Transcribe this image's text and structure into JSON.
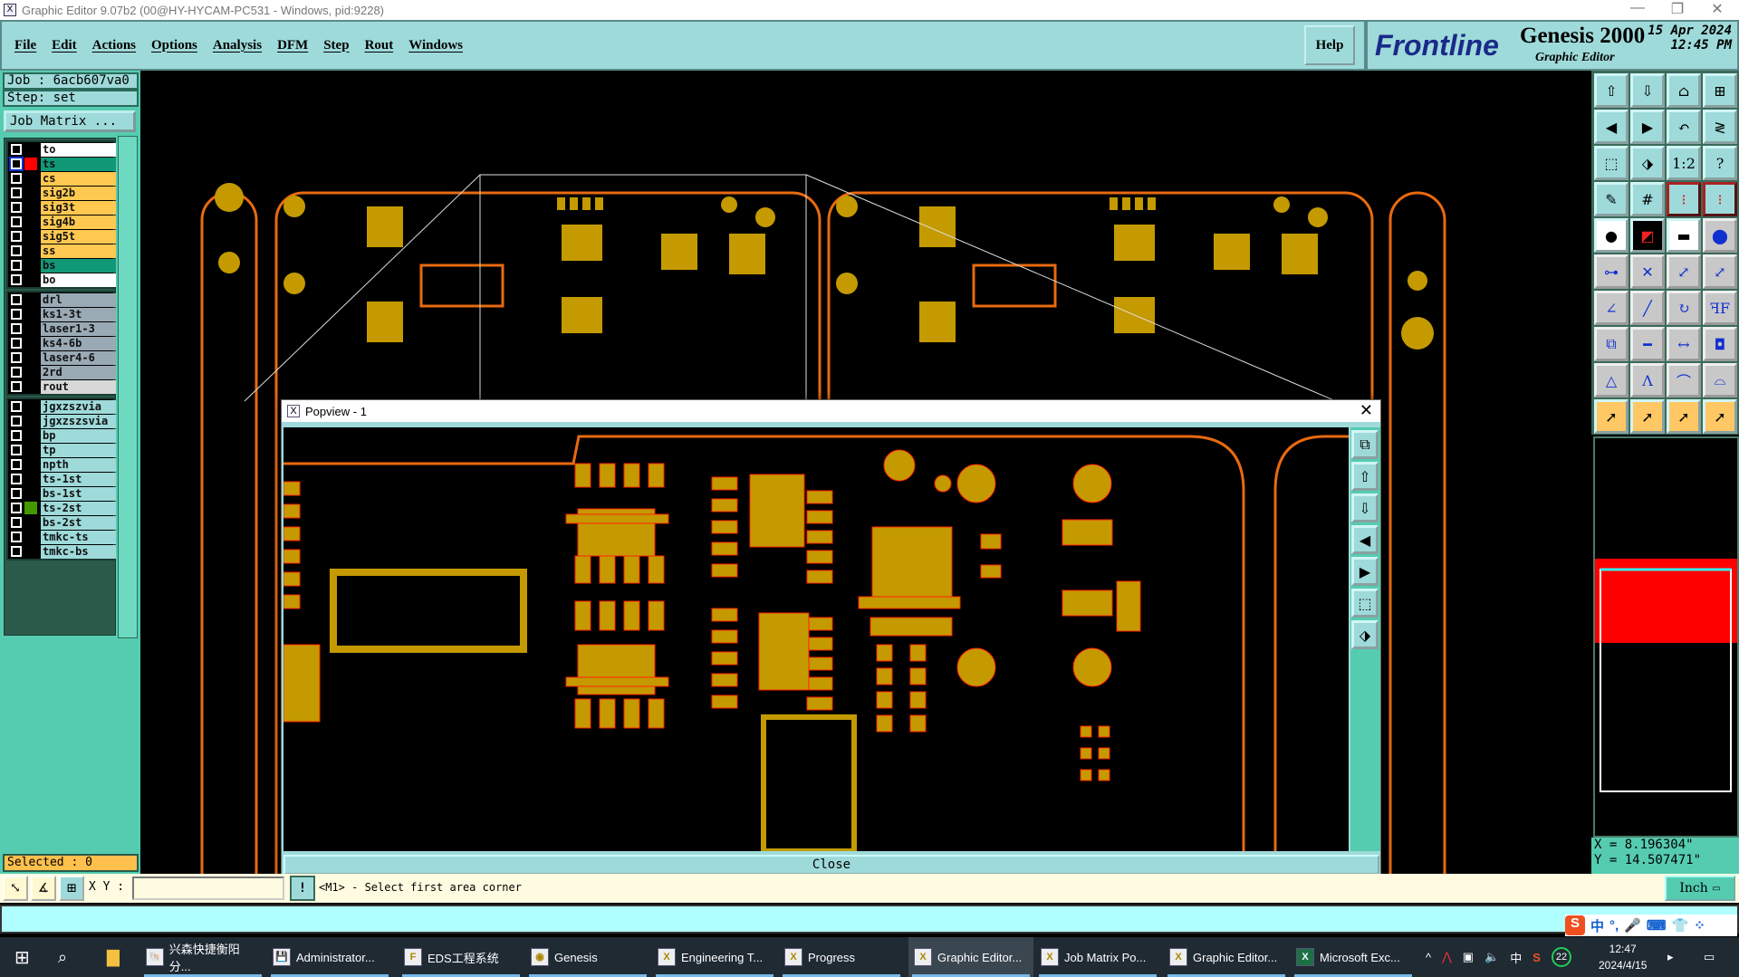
{
  "window": {
    "title": "Graphic Editor 9.07b2 (00@HY-HYCAM-PC531 - Windows, pid:9228)",
    "min": "—",
    "max": "❐",
    "close": "✕"
  },
  "menu": {
    "items": [
      "File",
      "Edit",
      "Actions",
      "Options",
      "Analysis",
      "DFM",
      "Step",
      "Rout",
      "Windows"
    ],
    "help": "Help"
  },
  "brand": {
    "logo": "Frontline",
    "product": "Genesis 2000",
    "subtitle": "Graphic Editor",
    "date": "15 Apr 2024",
    "time": "12:45 PM"
  },
  "job": {
    "job": "Job : 6acb607va0",
    "step": "Step: set",
    "job_matrix": "Job Matrix ..."
  },
  "layers": {
    "group1": [
      {
        "name": "to",
        "bg": "#ffffff"
      },
      {
        "name": "ts",
        "bg": "#119977",
        "swatch": "#ff0000",
        "active": true
      },
      {
        "name": "cs",
        "bg": "#ffc850"
      },
      {
        "name": "sig2b",
        "bg": "#ffc850"
      },
      {
        "name": "sig3t",
        "bg": "#ffc850"
      },
      {
        "name": "sig4b",
        "bg": "#ffc850"
      },
      {
        "name": "sig5t",
        "bg": "#ffc850"
      },
      {
        "name": "ss",
        "bg": "#ffc850"
      },
      {
        "name": "bs",
        "bg": "#119977"
      },
      {
        "name": "bo",
        "bg": "#ffffff"
      }
    ],
    "group2": [
      {
        "name": "drl",
        "bg": "#9aaab5"
      },
      {
        "name": "ks1-3t",
        "bg": "#9aaab5"
      },
      {
        "name": "laser1-3",
        "bg": "#9aaab5"
      },
      {
        "name": "ks4-6b",
        "bg": "#9aaab5"
      },
      {
        "name": "laser4-6",
        "bg": "#9aaab5"
      },
      {
        "name": "2rd",
        "bg": "#9aaab5"
      },
      {
        "name": "rout",
        "bg": "#d8d8d8"
      }
    ],
    "group3": [
      {
        "name": "jgxzszvia",
        "bg": "#9fdada"
      },
      {
        "name": "jgxzszsvia",
        "bg": "#9fdada"
      },
      {
        "name": "bp",
        "bg": "#9fdada"
      },
      {
        "name": "tp",
        "bg": "#9fdada"
      },
      {
        "name": "npth",
        "bg": "#9fdada"
      },
      {
        "name": "ts-1st",
        "bg": "#9fdada"
      },
      {
        "name": "bs-1st",
        "bg": "#9fdada"
      },
      {
        "name": "ts-2st",
        "bg": "#9fdada",
        "swatch": "#449900"
      },
      {
        "name": "bs-2st",
        "bg": "#9fdada"
      },
      {
        "name": "tmkc-ts",
        "bg": "#9fdada"
      },
      {
        "name": "tmkc-bs",
        "bg": "#9fdada"
      }
    ]
  },
  "selected": "Selected : 0",
  "toolbar": [
    {
      "icon": "move-up-icon",
      "g": "⇧",
      "s": ""
    },
    {
      "icon": "move-down-icon",
      "g": "⇩",
      "s": ""
    },
    {
      "icon": "home-icon",
      "g": "⌂",
      "s": ""
    },
    {
      "icon": "grid-xy-icon",
      "g": "⊞",
      "s": ""
    },
    {
      "icon": "pan-left-icon",
      "g": "◀",
      "s": ""
    },
    {
      "icon": "pan-right-icon",
      "g": "▶",
      "s": ""
    },
    {
      "icon": "undo-zoom-icon",
      "g": "↶",
      "s": ""
    },
    {
      "icon": "snake-icon",
      "g": "≷",
      "s": ""
    },
    {
      "icon": "zoom-out-icon",
      "g": "⬚",
      "s": ""
    },
    {
      "icon": "zoom-in-icon",
      "g": "⬗",
      "s": ""
    },
    {
      "icon": "scale-1-2-icon",
      "g": "1:2",
      "s": ""
    },
    {
      "icon": "help-icon",
      "g": "?",
      "s": ""
    },
    {
      "icon": "tools-icon",
      "g": "✎",
      "s": ""
    },
    {
      "icon": "grid-icon",
      "g": "#",
      "s": ""
    },
    {
      "icon": "netlist-icon",
      "g": "⁝",
      "s": "r"
    },
    {
      "icon": "netlist2-icon",
      "g": "⁝",
      "s": "r"
    },
    {
      "icon": "feature-move-icon",
      "g": "●",
      "s": "w"
    },
    {
      "icon": "area-select-icon",
      "g": "◩",
      "s": "k"
    },
    {
      "icon": "ruler-icon",
      "g": "▬",
      "s": "w"
    },
    {
      "icon": "pad-icon",
      "g": "⬤",
      "s": "g"
    },
    {
      "icon": "connect-icon",
      "g": "⊶",
      "s": "g"
    },
    {
      "icon": "cross-icon",
      "g": "✕",
      "s": "g"
    },
    {
      "icon": "point-move-icon",
      "g": "⤢",
      "s": "g"
    },
    {
      "icon": "point-move2-icon",
      "g": "⤢",
      "s": "g"
    },
    {
      "icon": "line-angle-icon",
      "g": "∠",
      "s": "g"
    },
    {
      "icon": "line-icon",
      "g": "╱",
      "s": "g"
    },
    {
      "icon": "rotate-icon",
      "g": "↻",
      "s": "g"
    },
    {
      "icon": "mirror-icon",
      "g": "ꟻF",
      "s": "g"
    },
    {
      "icon": "copy-pad-icon",
      "g": "⧉",
      "s": "g"
    },
    {
      "icon": "line-segment-icon",
      "g": "━",
      "s": "g"
    },
    {
      "icon": "measure-icon",
      "g": "↔",
      "s": "g"
    },
    {
      "icon": "surface-icon",
      "g": "◘",
      "s": "g"
    },
    {
      "icon": "triangle-icon",
      "g": "△",
      "s": "g"
    },
    {
      "icon": "arc-icon",
      "g": "Λ",
      "s": "g"
    },
    {
      "icon": "arc2-icon",
      "g": "⌒",
      "s": "g"
    },
    {
      "icon": "arc3-icon",
      "g": "⌓",
      "s": "g"
    },
    {
      "icon": "select-pointer-icon",
      "g": "➚",
      "s": "y"
    },
    {
      "icon": "select-rect-icon",
      "g": "➚",
      "s": "y"
    },
    {
      "icon": "select-poly-icon",
      "g": "➚",
      "s": "y"
    },
    {
      "icon": "select-net-icon",
      "g": "➚",
      "s": "y"
    }
  ],
  "coords": {
    "x": "X = 8.196304\"",
    "y": "Y = 14.507471\""
  },
  "status": {
    "xy_label": "X Y :",
    "xy_value": "",
    "message": "<M1> - Select first area corner",
    "units": "Inch"
  },
  "popview": {
    "title": "Popview - 1",
    "close": "Close",
    "tools": [
      "popview-copy-icon",
      "popview-up-icon",
      "popview-down-icon",
      "popview-left-icon",
      "popview-right-icon",
      "popview-zoom-out-icon",
      "popview-zoom-in-icon"
    ]
  },
  "ime": {
    "items": [
      "S",
      "中",
      "°,",
      "🎤",
      "⌨",
      "👕",
      "⁘"
    ]
  },
  "taskbar": {
    "apps": [
      "兴森快捷衡阳分...",
      "Administrator...",
      "EDS工程系统",
      "Genesis",
      "Engineering T...",
      "Progress",
      "Graphic Editor...",
      "Job Matrix Po...",
      "Graphic Editor...",
      "Microsoft Exc..."
    ],
    "tray": [
      "^",
      "中",
      "S",
      "22"
    ],
    "time": "12:47",
    "date": "2024/4/15"
  },
  "colors": {
    "pad": "#c49a00",
    "outline": "#ff3300",
    "rout": "#e86a10",
    "panel": "#9fdada"
  }
}
